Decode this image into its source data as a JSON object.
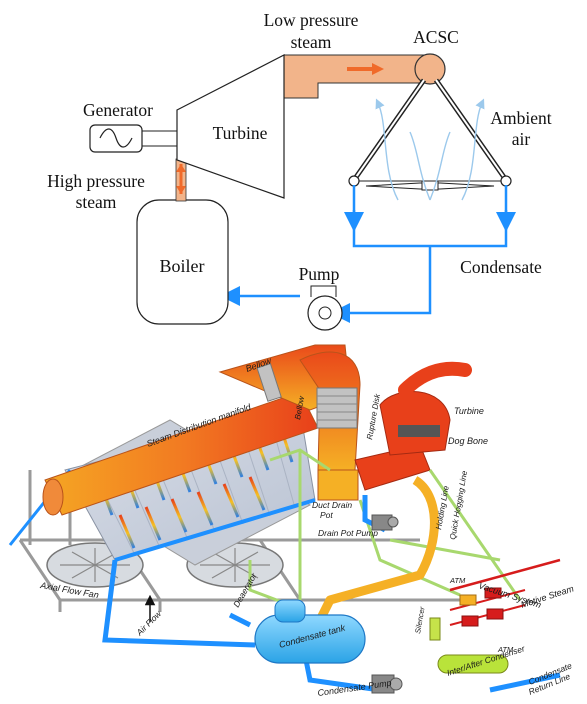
{
  "top_diagram": {
    "low_pressure_steam": [
      "Low pressure",
      "steam"
    ],
    "acsc": "ACSC",
    "generator": "Generator",
    "turbine": "Turbine",
    "ambient_air": [
      "Ambient",
      "air"
    ],
    "high_pressure_steam": [
      "High pressure",
      "steam"
    ],
    "boiler": "Boiler",
    "condensate": "Condensate",
    "pump": "Pump"
  },
  "bottom_diagram": {
    "steam_distribution_manifold": "Steam Distribution manifold",
    "bellow_top": "Bellow",
    "bellow_side": "Bellow",
    "rupture_disk": "Rupture Disk",
    "turbine": "Turbine",
    "dog_bone": "Dog Bone",
    "duct_drain_pot": [
      "Duct Drain",
      "Pot"
    ],
    "drain_pot_pump": "Drain Pot Pump",
    "holding_line": "Holding Line",
    "quick_hogging_line": "Quick Hogging Line",
    "vacuum_system": "Vacuum System",
    "atm_top": "ATM",
    "silencer": "Silencer",
    "motive_steam": "Motive Steam",
    "deaerator": "Deaerator",
    "condensate_tank": "Condensate tank",
    "atm_bottom": "ATM",
    "inter_after_condenser": "Inter/After Condenser",
    "axial_flow_fan": "Axial Flow Fan",
    "air_flow": "Air Flow",
    "condensate_pump": "Condensate Pump",
    "condensate_return_line": [
      "Condensate",
      "Return Line"
    ]
  },
  "colors": {
    "steam_pipe": "#f2b48a",
    "arrow_orange": "#f06a2a",
    "water_blue": "#1e90ff",
    "air_flow_light_blue": "#9cc9ec",
    "structure_green": "#a8d86e",
    "motive_red": "#d61c1c",
    "tank_blue": "#49b9f0"
  }
}
